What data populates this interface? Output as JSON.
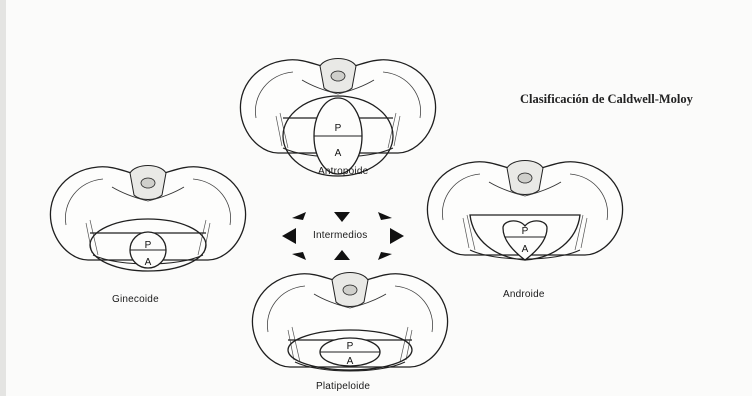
{
  "title": "Clasificación de Caldwell-Moloy",
  "labels": {
    "antropoide": "Antropoide",
    "ginecoide": "Ginecoide",
    "androide": "Androide",
    "platipeloide": "Platipeloide",
    "intermedios": "Intermedios"
  },
  "letters": {
    "p": "P",
    "a": "A"
  }
}
